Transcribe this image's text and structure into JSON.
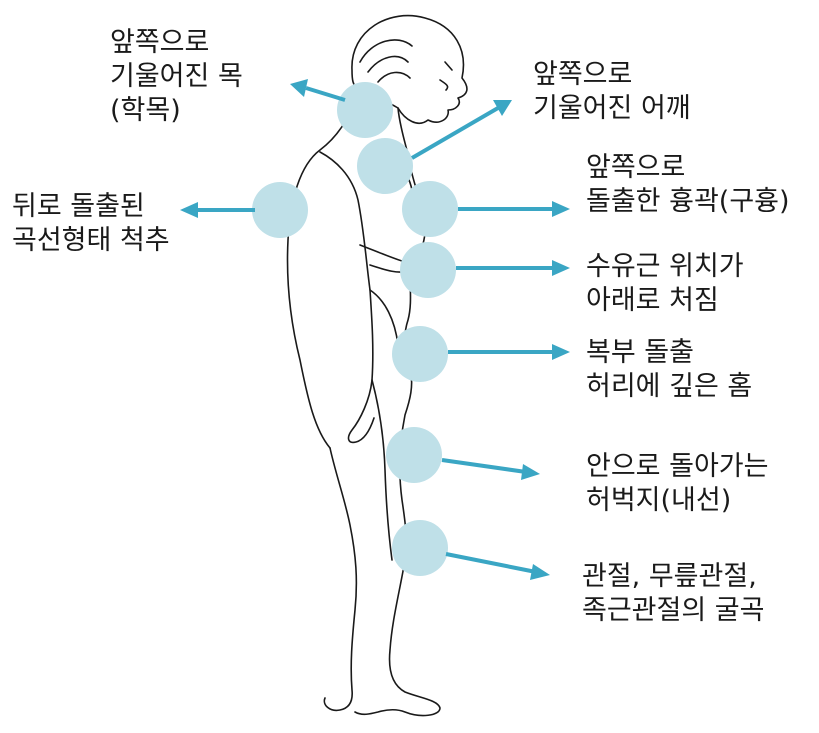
{
  "accent_color": "#3aa6c4",
  "marker_color": "#bfe0e8",
  "labels": {
    "neck": [
      "앞쪽으로",
      "기울어진 목",
      "(학목)"
    ],
    "shoulder": [
      "앞쪽으로",
      "기울어진 어깨"
    ],
    "chest": [
      "앞쪽으로",
      "돌출한 흉곽(구흉)"
    ],
    "spine": [
      "뒤로 돌출된",
      "곡선형태 척추"
    ],
    "breast": [
      "수유근 위치가",
      "아래로 처짐"
    ],
    "abdomen": [
      "복부 돌출",
      "허리에 깊은 홈"
    ],
    "thigh": [
      "안으로 돌아가는",
      "허벅지(내선)"
    ],
    "joints": [
      "관절, 무릎관절,",
      "족근관절의 굴곡"
    ]
  }
}
